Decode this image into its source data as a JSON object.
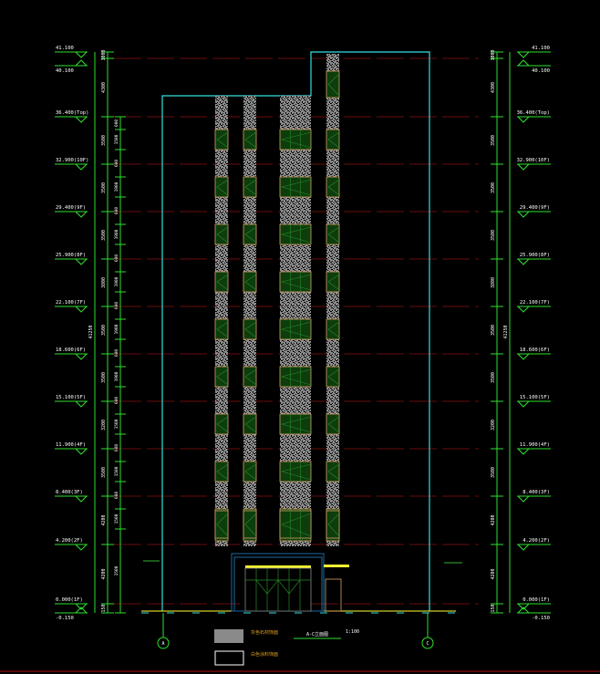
{
  "drawing": {
    "title": "A-C立面图",
    "scale": "1:100",
    "colors": {
      "background": "#000000",
      "dim": "#2ee02e",
      "outline": "#33e0e0",
      "gridline": "#6a0c0c",
      "panel": "#8a8a8a",
      "window_frame": "#d9a066",
      "window_glass": "#0d3d0d",
      "window_line": "#2a8a2a",
      "canopy": "#ffff33",
      "entrance_frame": "#1b6aa0",
      "legend_text": "#e0a020",
      "text": "#ffffff",
      "bottom_border": "#b01010"
    },
    "levels": [
      {
        "label": "41.100",
        "side": "top"
      },
      {
        "label": "40.100",
        "side": "bottom"
      },
      {
        "label": "36.400(Top)"
      },
      {
        "label": "32.900(10F)"
      },
      {
        "label": "29.400(9F)"
      },
      {
        "label": "25.900(8F)"
      },
      {
        "label": "22.100(7F)"
      },
      {
        "label": "18.600(6F)"
      },
      {
        "label": "15.100(5F)"
      },
      {
        "label": "11.900(4F)"
      },
      {
        "label": "8.400(3F)"
      },
      {
        "label": "4.200(2F)"
      },
      {
        "label": "0.000(1F)"
      },
      {
        "label": "-0.150",
        "side": "bottom"
      }
    ],
    "dims_outer": [
      "1000",
      "4300",
      "3500",
      "3500",
      "3500",
      "3800",
      "3500",
      "3500",
      "3200",
      "3500",
      "4200",
      "4200",
      "150"
    ],
    "dim_total": "41250",
    "dims_inner": [
      "600",
      "1500",
      "600",
      "1900",
      "600",
      "1900",
      "600",
      "1900",
      "600",
      "1900",
      "600",
      "1900",
      "600",
      "1500",
      "600",
      "1500",
      "600",
      "1500",
      "1500"
    ],
    "axes": [
      {
        "label": "A"
      },
      {
        "label": "C"
      }
    ],
    "legend": [
      {
        "swatch": "filled",
        "label": "灰色石材饰面"
      },
      {
        "swatch": "outline",
        "label": "白色涂料饰面"
      }
    ]
  }
}
